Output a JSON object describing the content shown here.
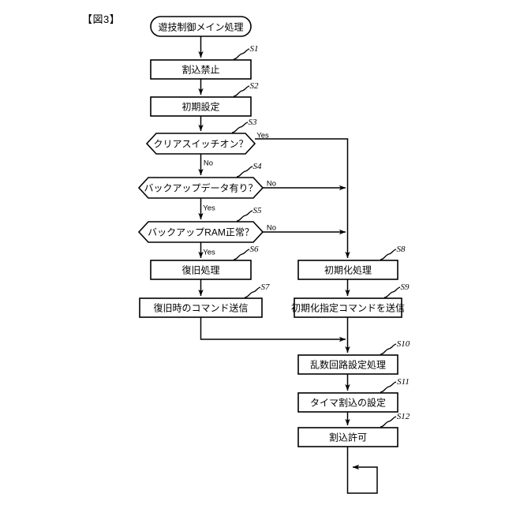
{
  "figure": {
    "label": "【図3】",
    "title_terminal": "遊技制御メイン処理"
  },
  "colors": {
    "stroke": "#000000",
    "fill": "#ffffff",
    "background": "#ffffff"
  },
  "nodes": {
    "start": {
      "id": "start",
      "type": "terminator",
      "text": "遊技制御メイン処理",
      "step": ""
    },
    "s1": {
      "id": "S1",
      "type": "process",
      "text": "割込禁止",
      "step": "S1"
    },
    "s2": {
      "id": "S2",
      "type": "process",
      "text": "初期設定",
      "step": "S2"
    },
    "s3": {
      "id": "S3",
      "type": "decision",
      "text": "クリアスイッチオン？",
      "step": "S3"
    },
    "s4": {
      "id": "S4",
      "type": "decision",
      "text": "バックアップデータ有り？",
      "step": "S4"
    },
    "s5": {
      "id": "S5",
      "type": "decision",
      "text": "バックアップRAM正常？",
      "step": "S5"
    },
    "s6": {
      "id": "S6",
      "type": "process",
      "text": "復旧処理",
      "step": "S6"
    },
    "s7": {
      "id": "S7",
      "type": "process",
      "text": "復旧時のコマンド送信",
      "step": "S7"
    },
    "s8": {
      "id": "S8",
      "type": "process",
      "text": "初期化処理",
      "step": "S8"
    },
    "s9": {
      "id": "S9",
      "type": "process",
      "text": "初期化指定コマンドを送信",
      "step": "S9"
    },
    "s10": {
      "id": "S10",
      "type": "process",
      "text": "乱数回路設定処理",
      "step": "S10"
    },
    "s11": {
      "id": "S11",
      "type": "process",
      "text": "タイマ割込の設定",
      "step": "S11"
    },
    "s12": {
      "id": "S12",
      "type": "process",
      "text": "割込許可",
      "step": "S12"
    }
  },
  "branches": {
    "s3_yes": "Yes",
    "s3_no": "No",
    "s4_no": "No",
    "s4_yes": "Yes",
    "s5_no": "No",
    "s5_yes": "Yes"
  }
}
